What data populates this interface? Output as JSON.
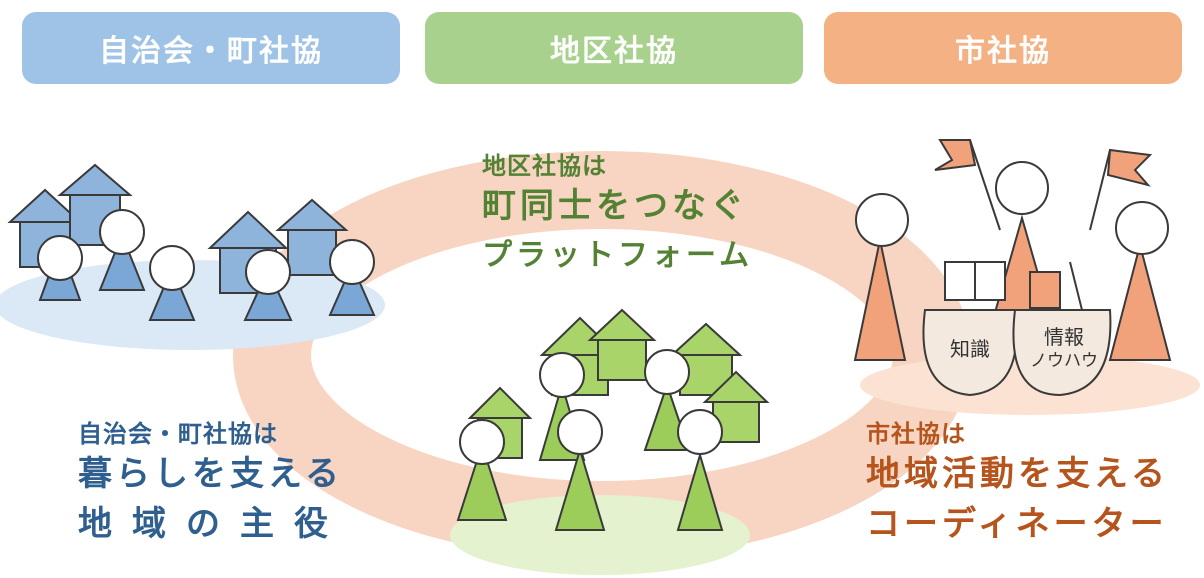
{
  "headers": [
    {
      "label": "自治会・町社協",
      "color": "#9fc3e6"
    },
    {
      "label": "地区社協",
      "color": "#a9d18e"
    },
    {
      "label": "市社協",
      "color": "#f4b183"
    }
  ],
  "captions": {
    "jichikai": {
      "lead": "自治会・町社協は",
      "line1": "暮らしを支える",
      "line2": "地域の主役",
      "color": "#2f5f8f"
    },
    "chiku": {
      "lead": "地区社協は",
      "line1": "町同士をつなぐ",
      "line2": "プラットフォーム",
      "color": "#548235"
    },
    "shi": {
      "lead": "市社協は",
      "line1": "地域活動を支える",
      "line2": "コーディネーター",
      "color": "#b5541c"
    }
  },
  "bags": {
    "left": "知識",
    "right_line1": "情報",
    "right_line2": "ノウハウ"
  },
  "colors": {
    "ring": "#f8d5c2",
    "blue_figure": "#7aa7d6",
    "green_figure": "#9ccc5a",
    "orange_figure": "#f2a27a"
  }
}
